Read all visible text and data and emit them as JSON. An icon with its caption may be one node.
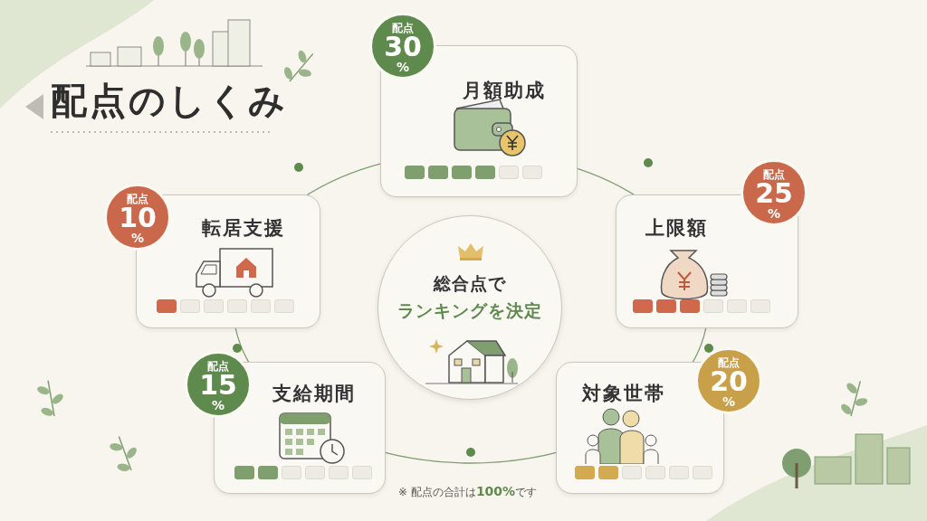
{
  "diagram": {
    "title": "配点のしくみ",
    "caption": "※ 配点の合計は**100%**です",
    "nodes": [
      {
        "text": [
          "月額助成"
        ]
      },
      {
        "text": [
          "配点",
          "30",
          "%"
        ]
      },
      {
        "text": [
          "転居支援"
        ]
      },
      {
        "text": [
          "配点",
          "10",
          "%"
        ]
      },
      {
        "text": [
          "上限額"
        ]
      },
      {
        "text": [
          "配点",
          "25",
          "%"
        ]
      },
      {
        "text": [
          "総合点で",
          "ランキングを決定"
        ]
      },
      {
        "text": [
          "支給期間"
        ]
      },
      {
        "text": [
          "配点",
          "15",
          "%"
        ]
      },
      {
        "text": [
          "対象世帯"
        ]
      },
      {
        "text": [
          "配点",
          "20",
          "%"
        ]
      }
    ],
    "edges": []
  }
}
